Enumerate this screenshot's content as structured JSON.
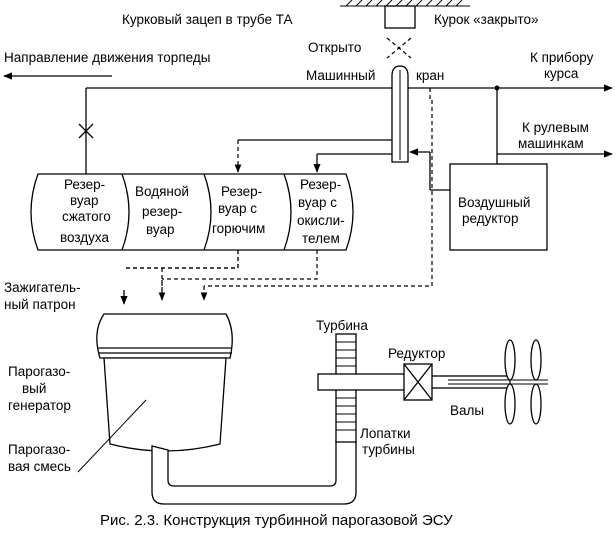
{
  "labels": {
    "trigger_hook": "Курковый зацеп в трубе ТА",
    "trigger_closed": "Курок «закрыто»",
    "open": "Открыто",
    "torpedo_direction": "Направление движения торпеды",
    "machine": "Машинный",
    "valve": "кран",
    "to_course_device_1": "К прибору",
    "to_course_device_2": "курса",
    "to_rudder_1": "К рулевым",
    "to_rudder_2": "машинкам",
    "air_reducer_1": "Воздушный",
    "air_reducer_2": "редуктор",
    "igniter_1": "Зажигатель-",
    "igniter_2": "ный патрон",
    "turbine": "Турбина",
    "gearbox": "Редуктор",
    "shafts": "Валы",
    "blades_1": "Лопатки",
    "blades_2": "турбины",
    "steam_gen_1": "Парогазо-",
    "steam_gen_2": "вый",
    "steam_gen_3": "генератор",
    "mixture_1": "Парогазо-",
    "mixture_2": "вая смесь"
  },
  "tanks": [
    {
      "lines": [
        "Резер-",
        "вуар",
        "сжатого",
        "воздуха"
      ]
    },
    {
      "lines": [
        "Водяной",
        "резер-",
        "вуар"
      ]
    },
    {
      "lines": [
        "Резер-",
        "вуар с",
        "горючим"
      ]
    },
    {
      "lines": [
        "Резер-",
        "вуар с",
        "окисли-",
        "телем"
      ]
    }
  ],
  "caption": "Рис. 2.3. Конструкция турбинной парогазовой ЭСУ"
}
